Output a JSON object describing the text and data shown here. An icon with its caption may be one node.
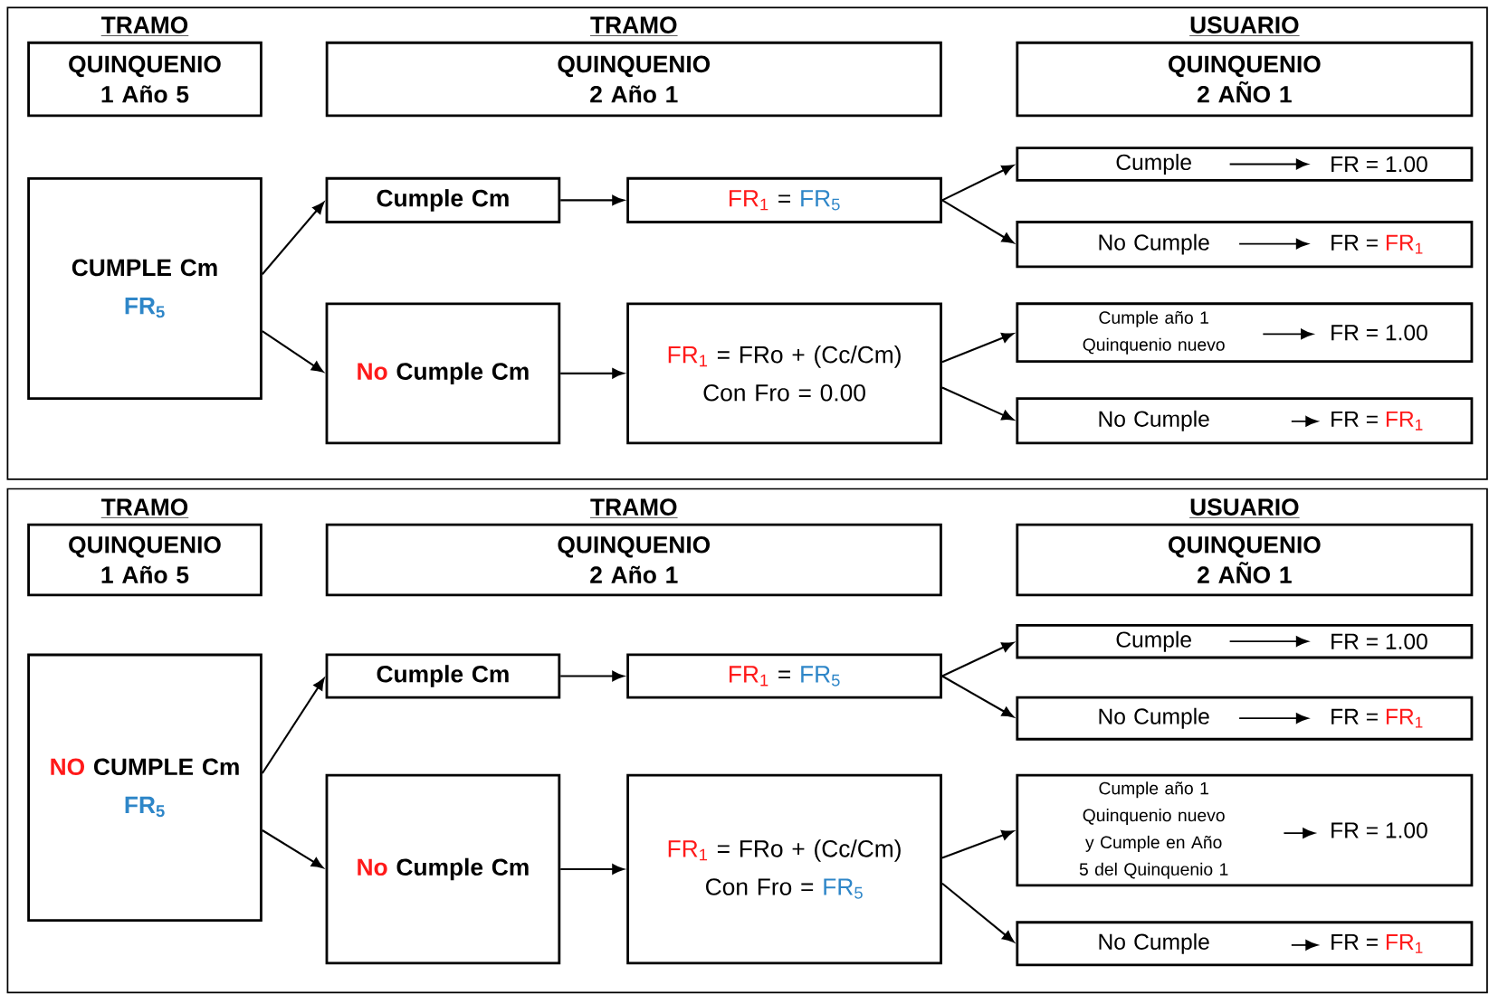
{
  "diagram": {
    "nodes": [
      {
        "text": [
          "TRAMO",
          "QUINQUENIO 1 Año 5"
        ]
      },
      {
        "text": [
          "TRAMO",
          "QUINQUENIO 2 Año 1"
        ]
      },
      {
        "text": [
          "USUARIO",
          "QUINQUENIO 2 AÑO 1"
        ]
      },
      {
        "text": [
          "CUMPLE Cm",
          "FR$_{5}$"
        ]
      },
      {
        "text": [
          "Cumple Cm"
        ]
      },
      {
        "text": [
          "No",
          "Cumple Cm"
        ]
      },
      {
        "text": [
          "FR$_{1}$",
          "=",
          "FR$_{5}$"
        ]
      },
      {
        "text": [
          "FR$_{1}$",
          "= FRo + (Cc/Cm)",
          "Con Fro = 0.00"
        ]
      },
      {
        "text": [
          "Cumple",
          "FR = 1.00"
        ]
      },
      {
        "text": [
          "No Cumple",
          "FR =",
          "FR$_{1}$"
        ]
      },
      {
        "text": [
          "Cumple año 1 Quinquenio nuevo",
          "FR = 1.00"
        ]
      },
      {
        "text": [
          "No Cumple",
          "FR =",
          "FR$_{1}$"
        ]
      },
      {
        "text": [
          "TRAMO",
          "QUINQUENIO 1 Año 5"
        ]
      },
      {
        "text": [
          "TRAMO",
          "QUINQUENIO 2 Año 1"
        ]
      },
      {
        "text": [
          "USUARIO",
          "QUINQUENIO 2 AÑO 1"
        ]
      },
      {
        "text": [
          "NO",
          "CUMPLE Cm",
          "FR$_{5}$"
        ]
      },
      {
        "text": [
          "Cumple Cm"
        ]
      },
      {
        "text": [
          "No",
          "Cumple Cm"
        ]
      },
      {
        "text": [
          "FR$_{1}$",
          "=",
          "FR$_{5}$"
        ]
      },
      {
        "text": [
          "FR$_{1}$",
          "= FRo + (Cc/Cm)",
          "Con Fro =",
          "FR$_{5}$"
        ]
      },
      {
        "text": [
          "Cumple",
          "FR = 1.00"
        ]
      },
      {
        "text": [
          "No Cumple",
          "FR =",
          "FR$_{1}$"
        ]
      },
      {
        "text": [
          "Cumple año 1 Quinquenio nuevo y Cumple en Año 5 del Quinquenio 1",
          "FR = 1.00"
        ]
      },
      {
        "text": [
          "No Cumple",
          "FR =",
          "FR$_{1}$"
        ]
      }
    ],
    "edges": [
      {
        "from": 3,
        "to": 4,
        "arrow": "to"
      },
      {
        "from": 3,
        "to": 5,
        "arrow": "to"
      },
      {
        "from": 4,
        "to": 6,
        "arrow": "to"
      },
      {
        "from": 5,
        "to": 7,
        "arrow": "to"
      },
      {
        "from": 6,
        "to": 8,
        "arrow": "to"
      },
      {
        "from": 6,
        "to": 9,
        "arrow": "to"
      },
      {
        "from": 7,
        "to": 10,
        "arrow": "to"
      },
      {
        "from": 7,
        "to": 11,
        "arrow": "to"
      },
      {
        "from": 15,
        "to": 16,
        "arrow": "to"
      },
      {
        "from": 15,
        "to": 17,
        "arrow": "to"
      },
      {
        "from": 16,
        "to": 18,
        "arrow": "to"
      },
      {
        "from": 17,
        "to": 19,
        "arrow": "to"
      },
      {
        "from": 18,
        "to": 20,
        "arrow": "to"
      },
      {
        "from": 18,
        "to": 21,
        "arrow": "to"
      },
      {
        "from": 19,
        "to": 22,
        "arrow": "to"
      },
      {
        "from": 19,
        "to": 23,
        "arrow": "to"
      }
    ]
  }
}
